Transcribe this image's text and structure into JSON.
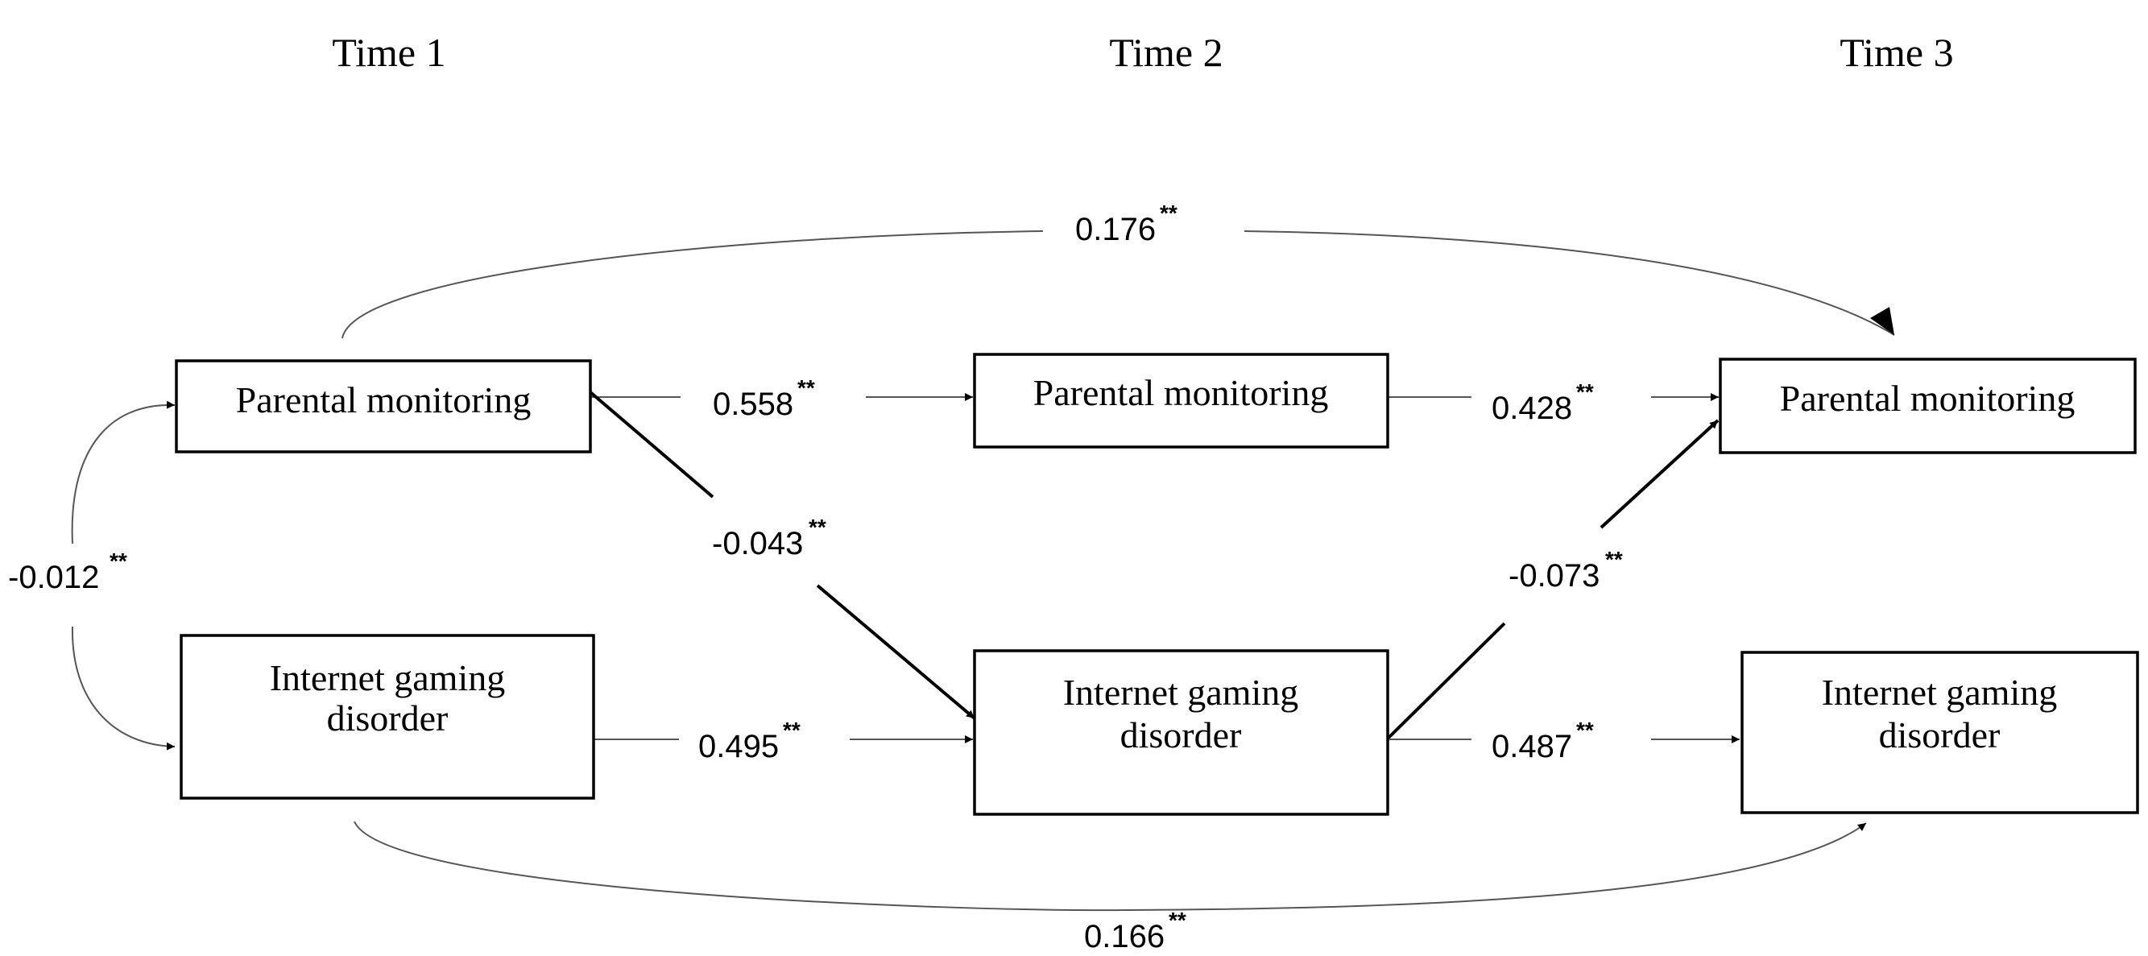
{
  "time_labels": {
    "t1": "Time 1",
    "t2": "Time 2",
    "t3": "Time 3"
  },
  "nodes": {
    "pm_t1": {
      "lines": [
        "Parental monitoring"
      ]
    },
    "igd_t1": {
      "lines": [
        "Internet gaming",
        "disorder"
      ]
    },
    "pm_t2": {
      "lines": [
        "Parental monitoring"
      ]
    },
    "igd_t2": {
      "lines": [
        "Internet gaming",
        "disorder"
      ]
    },
    "pm_t3": {
      "lines": [
        "Parental monitoring"
      ]
    },
    "igd_t3": {
      "lines": [
        "Internet gaming",
        "disorder"
      ]
    }
  },
  "paths": {
    "pm_t1_pm_t3": {
      "value": "0.176",
      "sig": "**"
    },
    "pm_t1_pm_t2": {
      "value": "0.558",
      "sig": "**"
    },
    "pm_t2_pm_t3": {
      "value": "0.428",
      "sig": "**"
    },
    "pm_t1_igd_t2": {
      "value": "-0.043",
      "sig": "**"
    },
    "igd_t2_pm_t3": {
      "value": "-0.073",
      "sig": "**"
    },
    "pm_t1_igd_t1": {
      "value": "-0.012",
      "sig": "**"
    },
    "igd_t1_igd_t2": {
      "value": "0.495",
      "sig": "**"
    },
    "igd_t2_igd_t3": {
      "value": "0.487",
      "sig": "**"
    },
    "igd_t1_igd_t3": {
      "value": "0.166",
      "sig": "**"
    }
  }
}
